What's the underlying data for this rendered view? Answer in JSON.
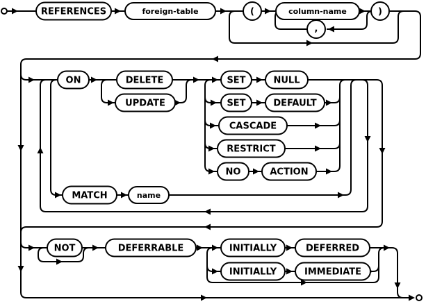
{
  "diagram": {
    "type": "railroad-syntax-diagram",
    "colors": {
      "line": "#000000",
      "node_fill": "#ffffff",
      "text": "#000000",
      "background": "#ffffff"
    },
    "labels": {
      "references": "REFERENCES",
      "foreign_table": "foreign-table",
      "open_paren": "(",
      "column_name": "column-name",
      "comma": ",",
      "close_paren": ")",
      "on": "ON",
      "delete": "DELETE",
      "update": "UPDATE",
      "set_null_set": "SET",
      "null": "NULL",
      "set_default_set": "SET",
      "default": "DEFAULT",
      "cascade": "CASCADE",
      "restrict": "RESTRICT",
      "no": "NO",
      "action": "ACTION",
      "match": "MATCH",
      "name": "name",
      "not": "NOT",
      "deferrable": "DEFERRABLE",
      "initially_deferred": "INITIALLY",
      "deferred": "DEFERRED",
      "initially_immediate": "INITIALLY",
      "immediate": "IMMEDIATE"
    }
  }
}
